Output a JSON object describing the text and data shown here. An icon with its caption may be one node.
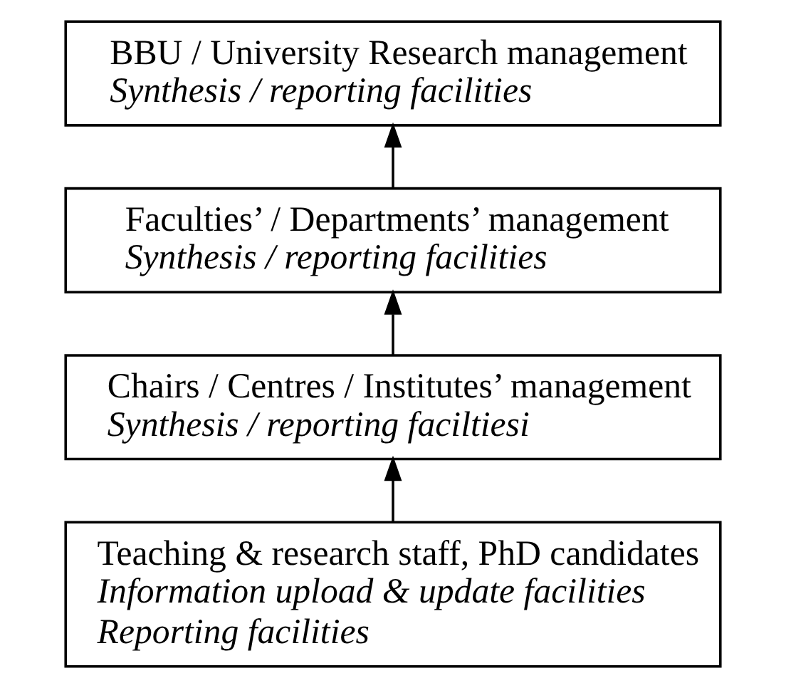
{
  "diagram": {
    "nodes": [
      {
        "text": [
          "BBU / University Research management",
          "Synthesis / reporting facilities"
        ]
      },
      {
        "text": [
          "Faculties’ / Departments’ management",
          "Synthesis / reporting facilities"
        ]
      },
      {
        "text": [
          "Chairs / Centres / Institutes’ management",
          "Synthesis / reporting faciltiesi"
        ]
      },
      {
        "text": [
          "Teaching & research staff, PhD candidates",
          "Information upload & update facilities",
          "Reporting facilities"
        ]
      }
    ],
    "edges": [
      {
        "from": 3,
        "to": 2,
        "arrow": "to"
      },
      {
        "from": 2,
        "to": 1,
        "arrow": "to"
      },
      {
        "from": 1,
        "to": 0,
        "arrow": "to"
      }
    ]
  }
}
